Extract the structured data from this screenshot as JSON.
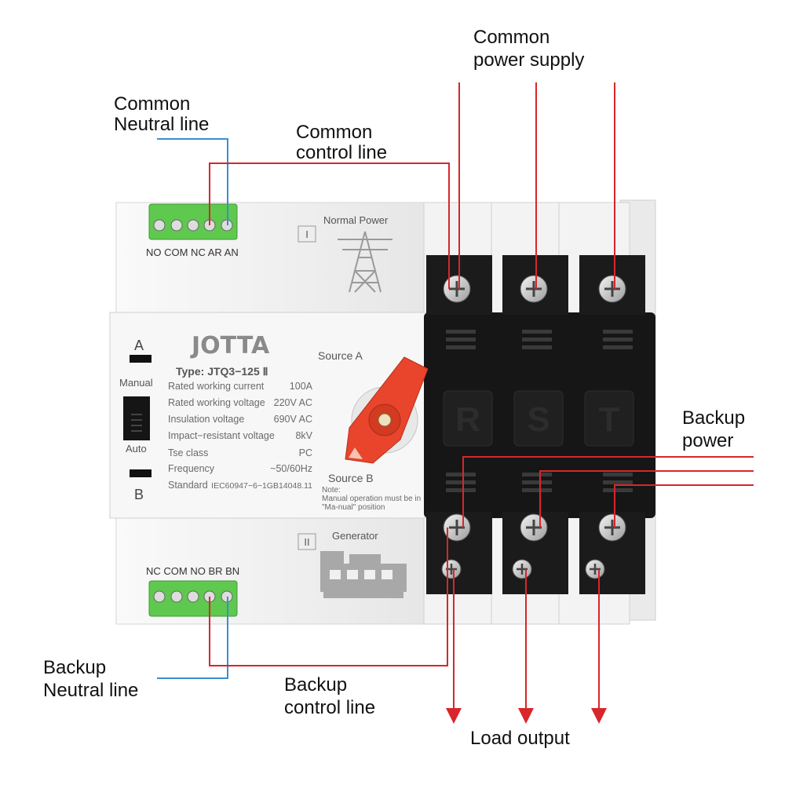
{
  "callouts": {
    "common_power_supply": [
      "Common",
      "power supply"
    ],
    "common_neutral_line": [
      "Common",
      "Neutral line"
    ],
    "common_control_line": [
      "Common",
      "control line"
    ],
    "backup_power": [
      "Backup",
      "power"
    ],
    "backup_neutral_line": [
      "Backup",
      "Neutral line"
    ],
    "backup_control_line": [
      "Backup",
      "control line"
    ],
    "load_output": "Load output"
  },
  "device": {
    "brand": "JOTTA",
    "top_terminal_labels": "NO COM NC AR AN",
    "bottom_terminal_labels": "NC COM NO BR BN",
    "source_one_numeral": "I",
    "source_two_numeral": "II",
    "normal_power_label": "Normal Power",
    "generator_label": "Generator",
    "source_a_label": "Source A",
    "source_b_label": "Source B",
    "switch_a": "A",
    "switch_b": "B",
    "manual": "Manual",
    "auto": "Auto",
    "type_line": "Type:  JTQ3−125 Ⅱ",
    "phases": [
      "R",
      "S",
      "T"
    ],
    "specs": [
      {
        "label": "Rated working current",
        "value": "100A"
      },
      {
        "label": "Rated working voltage",
        "value": "220V AC"
      },
      {
        "label": "Insulation voltage",
        "value": "690V AC"
      },
      {
        "label": "Impact−resistant voltage",
        "value": "8kV"
      },
      {
        "label": "Tse class",
        "value": "PC"
      },
      {
        "label": "Frequency",
        "value": "~50/60Hz"
      },
      {
        "label": "Standard",
        "value": "IEC60947−6−1GB14048.11"
      }
    ],
    "note": [
      "Note:",
      "Manual operation must be in",
      "\"Ma-nual\" position"
    ]
  },
  "colors": {
    "wire_red": "#d8262b",
    "wire_blue": "#3a8fd0",
    "terminal_green": "#5fc84e",
    "body_white": "#f1f1f1",
    "block_black": "#161616",
    "handle_red": "#e8452c"
  }
}
